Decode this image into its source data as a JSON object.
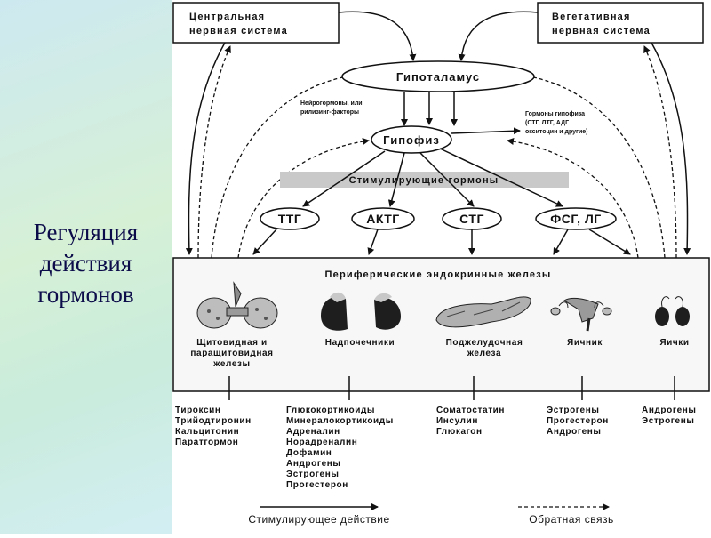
{
  "slide_title": [
    "Регуляция",
    "действия",
    "гормонов"
  ],
  "cns": [
    "Центральная",
    "нервная система"
  ],
  "ans": [
    "Вегетативная",
    "нервная система"
  ],
  "hypothalamus": "Гипоталамус",
  "neurohormones": [
    "Нейрогормоны, или",
    "рилизинг-факторы"
  ],
  "pituitary": "Гипофиз",
  "pituitary_hormones": [
    "Гормоны гипофиза",
    "(СТГ, ЛТГ, АДГ",
    "окситоцин и другие)"
  ],
  "stim_banner": "Стимулирующие гормоны",
  "tropic_hormones": [
    "ТТГ",
    "АКТГ",
    "СТГ",
    "ФСГ, ЛГ"
  ],
  "peripheral_title": "Периферические эндокринные железы",
  "glands": [
    {
      "name": [
        "Щитовидная и",
        "паращитовидная",
        "железы"
      ],
      "hormones": [
        "Тироксин",
        "Трийодтиронин",
        "Кальцитонин",
        "Паратгормон"
      ]
    },
    {
      "name": [
        "Надпочечники"
      ],
      "hormones": [
        "Глюкокортикоиды",
        "Минералокортикоиды",
        "Адреналин",
        "Норадреналин",
        "Дофамин",
        "Андрогены",
        "Эстрогены",
        "Прогестерон"
      ]
    },
    {
      "name": [
        "Поджелудочная",
        "железа"
      ],
      "hormones": [
        "Соматостатин",
        "Инсулин",
        "Глюкагон"
      ]
    },
    {
      "name": [
        "Яичник"
      ],
      "hormones": [
        "Эстрогены",
        "Прогестерон",
        "Андрогены"
      ]
    },
    {
      "name": [
        "Яички"
      ],
      "hormones": [
        "Андрогены",
        "Эстрогены"
      ]
    }
  ],
  "legend": {
    "solid": "Стимулирующее действие",
    "dashed": "Обратная связь"
  }
}
